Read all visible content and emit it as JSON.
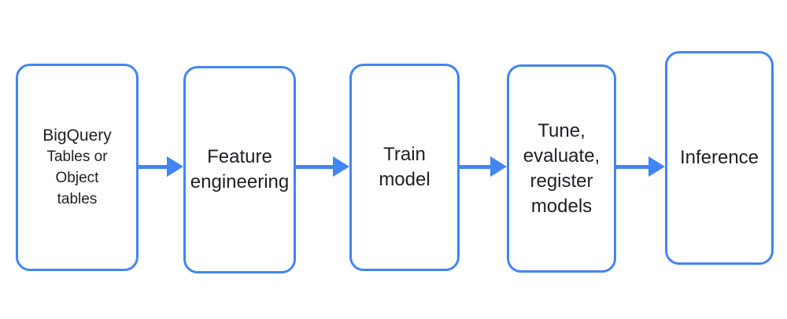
{
  "diagram": {
    "type": "flowchart",
    "direction": "left-to-right",
    "colors": {
      "accent": "#4285F4",
      "text": "#202124",
      "background": "#FFFFFF"
    },
    "steps": [
      {
        "id": "bigquery-tables",
        "label": "BigQuery Tables or Object tables",
        "lines": [
          "BigQuery",
          "Tables or",
          "Object",
          "tables"
        ]
      },
      {
        "id": "feature-engineering",
        "label": "Feature engineering",
        "lines": [
          "Feature",
          "engineering"
        ]
      },
      {
        "id": "train-model",
        "label": "Train model",
        "lines": [
          "Train",
          "model"
        ]
      },
      {
        "id": "tune-evaluate-register-models",
        "label": "Tune, evaluate, register models",
        "lines": [
          "Tune,",
          "evaluate,",
          "register",
          "models"
        ]
      },
      {
        "id": "inference",
        "label": "Inference",
        "lines": [
          "Inference"
        ]
      }
    ],
    "connectors": [
      {
        "from": "bigquery-tables",
        "to": "feature-engineering",
        "style": "arrow-right"
      },
      {
        "from": "feature-engineering",
        "to": "train-model",
        "style": "arrow-right"
      },
      {
        "from": "train-model",
        "to": "tune-evaluate-register-models",
        "style": "arrow-right"
      },
      {
        "from": "tune-evaluate-register-models",
        "to": "inference",
        "style": "arrow-right"
      }
    ]
  }
}
